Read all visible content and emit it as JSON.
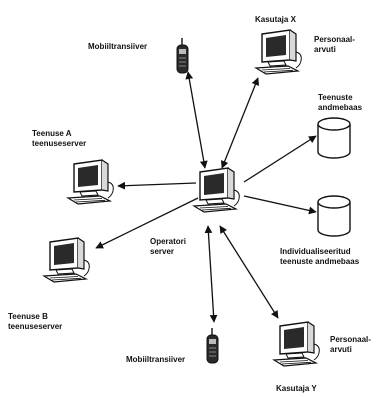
{
  "nodes": {
    "kasutaja_x": {
      "label": "Kasutaja X"
    },
    "kasutaja_y": {
      "label": "Kasutaja Y"
    },
    "mobile_top": {
      "label": "Mobiiltransiiver"
    },
    "mobile_bottom": {
      "label": "Mobiiltransiiver"
    },
    "personal_top": {
      "lines": [
        "Personaal-",
        "arvuti"
      ]
    },
    "personal_bottom": {
      "lines": [
        "Personaal-",
        "arvuti"
      ]
    },
    "service_db": {
      "lines": [
        "Teenuste",
        "andmebaas"
      ]
    },
    "individual_db": {
      "lines": [
        "Individualiseeritud",
        "teenuste andmebaas"
      ]
    },
    "server_a": {
      "lines": [
        "Teenuse A",
        "teenuseserver"
      ]
    },
    "server_b": {
      "lines": [
        "Teenuse B",
        "teenuseserver"
      ]
    },
    "operator": {
      "lines": [
        "Operatori",
        "server"
      ]
    }
  },
  "colors": {
    "ink": "#111111",
    "screen": "#2a2a2a",
    "paper": "#ffffff"
  }
}
